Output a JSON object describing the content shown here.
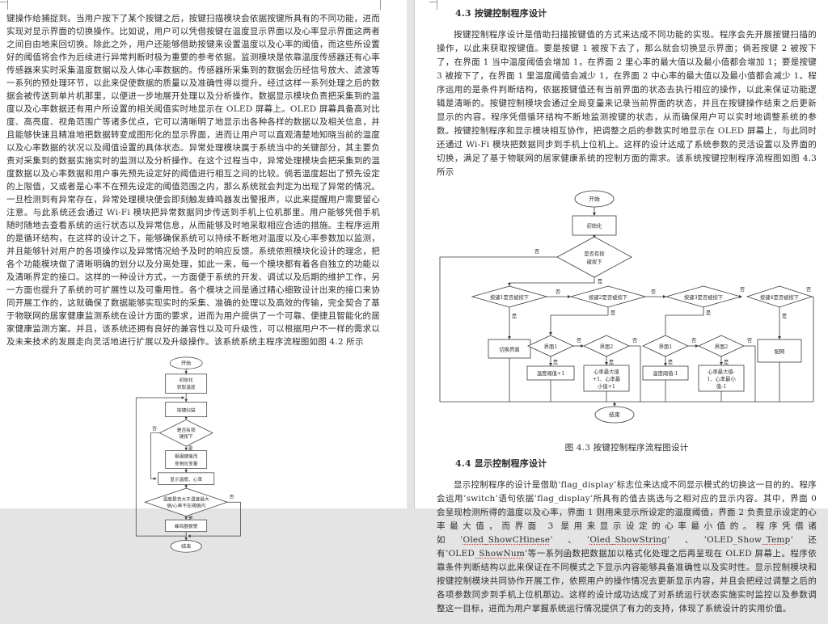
{
  "page1": {
    "body_text": "键操作给捕捉到。当用户按下了某个按键之后，按键扫描模块会依据按键所具有的不同功能，进而实现对显示界面的切换操作。比如说，用户可以凭借按键在温度显示界面以及心率显示界面这两者之间自由地来回切换。除此之外，用户还能够借助按键来设置温度以及心率的阈值，而这些所设置好的阈值将会作为后续进行异常判断时极为重要的参考依据。监测模块是依靠温度传感器还有心率传感器来实时采集温度数据以及人体心率数据的。传感器所采集到的数据会历经信号放大、滤波等一系列的预处理环节，以此来促使数据的质量以及准确性得以提升。经过这样一系列处理之后的数据会被传送到单片机那里，以便进一步地展开处理以及分析操作。数据显示模块负责把采集到的温度以及心率数据还有用户所设置的相关阈值实时地显示在 OLED 屏幕上。OLED 屏幕具备高对比度、高亮度、视角范围广等诸多优点，它可以清晰明了地显示出各种各样的数据以及相关信息，并且能够快速且精准地把数据转变成图形化的显示界面，进而让用户可以直观清楚地知晓当前的温度以及心率数据的状况以及阈值设置的具体状态。异常处理模块属于系统当中的关键部分，其主要负责对采集到的数据实施实时的监测以及分析操作。在这个过程当中，异常处理模块会把采集到的温度数据以及心率数据和用户事先预先设定好的阈值进行相互之间的比较。倘若温度超出了预先设定的上限值，又或者是心率不在预先设定的阈值范围之内，那么系统就会判定为出现了异常的情况。一旦检测到有异常存在，异常处理模块便会即刻触发蜂鸣器发出警报声，以此来提醒用户需要留心注意。与此系统还会通过 Wi-Fi 模块把异常数据同步传送到手机上位机那里。用户能够凭借手机随时随地去查看系统的运行状态以及异常信息，从而能够及时地采取相应合适的措施。主程序运用的是循环结构，在这样的设计之下，能够确保系统可以持续不断地对温度以及心率参数加以监测，并且能够针对用户的各项操作以及异常情况给予及时的响应反馈。系统依照模块化设计的理念，把各个功能模块做了清晰明确的划分以及分离处理，如此一来，每一个模块都有着各自独立的功能以及清晰界定的接口。这样的一种设计方式，一方面便于系统的开发、调试以及后期的维护工作，另一方面也提升了系统的可扩展性以及可重用性。各个模块之间是通过精心细致设计出来的接口来协同开展工作的，这就确保了数据能够实现实时的采集、准确的处理以及高效的传输，完全契合了基于物联网的居家健康监测系统在设计方面的要求，进而为用户提供了一个可靠、便捷且智能化的居家健康监测方案。并且，该系统还拥有良好的兼容性以及可升级性，可以根据用户不一样的需求以及未来技术的发展走向灵活地进行扩展以及升级操作。该系统系统主程序流程图如图 4.2 所示",
    "f42": {
      "start": "开始",
      "init1": "初始化",
      "init2": "获取温度",
      "scan": "按键扫描",
      "d1a": "是否有按",
      "d1b": "键按下",
      "act1": "根据键值改",
      "act2": "变相应变量",
      "disp": "显示温度、心率",
      "d2a": "温度是否大于温度最大",
      "d2b": "值/心率不在阈值内",
      "alarm": "蜂鸣器报警",
      "end": "结束",
      "yes": "是",
      "no": "否"
    }
  },
  "page2": {
    "h43": "4.3 按键控制程序设计",
    "p43": "按键控制程序设计是借助扫描按键值的方式来达成不同功能的实现。程序会先开展按键扫描的操作，以此来获取按键值。要是按键 1 被按下去了，那么就会切换显示界面；倘若按键 2 被按下了，在界面 1 当中温度阈值会增加 1，在界面 2 里心率的最大值以及最小值都会增加 1；要是按键 3 被按下了，在界面 1 里温度阈值会减少 1，在界面 2 中心率的最大值以及最小值都会减少 1。程序运用的是条件判断结构，依据按键值还有当前界面的状态去执行相应的操作，以此来保证功能逻辑是清晰的。按键控制模块会通过全局变量来记录当前界面的状态，并且在按键操作结束之后更新显示的内容。程序凭借循环结构不断地监测按键的状态，从而确保用户可以实时地调整系统的参数。按键控制程序和显示模块相互协作，把调整之后的参数实时地显示在 OLED 屏幕上，与此同时还通过 Wi-Fi 模块把数据同步到手机上位机上。这样的设计达成了系统参数的灵活设置以及界面的切换，满足了基于物联网的居家健康系统的控制方面的需求。该系统按键控制程序流程图如图 4.3 所示",
    "caption43": "图 4.3  按键控制程序流程图设计",
    "h44": "4.4 显示控制程序设计",
    "p44": {
      "s1": "显示控制程序的设计是借助’flag_display’标志位来达成不同显示模式的切换这一目的的。程序会运用’switch’语句依据’flag_display’所具有的值去挑选与之相对应的显示内容。其中，界面 0 会呈现检测所得的温度以及心率，界面 1 则用来显示所设定的温度阈值，界面 2 负责显示设定的心率最大值，而界面 3 是用来显示设定的心率最小值的。程序凭借诸如’",
      "fn1": "Oled_ShowCHinese",
      "s2": "’、’",
      "fn2": "Oled_ShowString",
      "s3": "’、’OLED_Show_",
      "fn3": "Temp",
      "s4": "’还有’OLED_",
      "fn4": "ShowNum",
      "s5": "’等一系列函数把数据加以格式化处理之后再呈现在 OLED 屏幕上。程序依靠条件判断结构以此来保证在不同模式之下显示内容能够具备准确性以及实时性。显示控制模块和按键控制模块共同协作开展工作，依照用户的操作情况去更新显示内容，并且会把经过调整之后的各项参数同步到手机上位机那边。这样的设计成功达成了对系统运行状态实施实时监控以",
      "s6": "及参数调整这一目标，进而为用户掌握系统运行情况提供了有力的支持，体现了系统设计的实用价值。"
    },
    "f43": {
      "start": "开始",
      "init": "初始化",
      "dtop1": "是否有按",
      "dtop2": "键按下",
      "k1": "按键1是否被按下",
      "k2": "按键2是否被按下",
      "k3": "按键3是否被按下",
      "k4": "按键4是否被按下",
      "switch_ui": "切换界面",
      "ui1": "界面1",
      "ui2": "界面2",
      "temp_up": "温度阈值+1",
      "temp_dn": "温度阈值-1",
      "hr_up1": "心率最大值",
      "hr_up2": "+1、心率最",
      "hr_up3": "小值+1",
      "hr_dn1": "心率最大值-",
      "hr_dn2": "1、心率最小",
      "hr_dn3": "值-1",
      "config": "配网",
      "end": "结束",
      "yes": "是",
      "no": "否"
    }
  }
}
